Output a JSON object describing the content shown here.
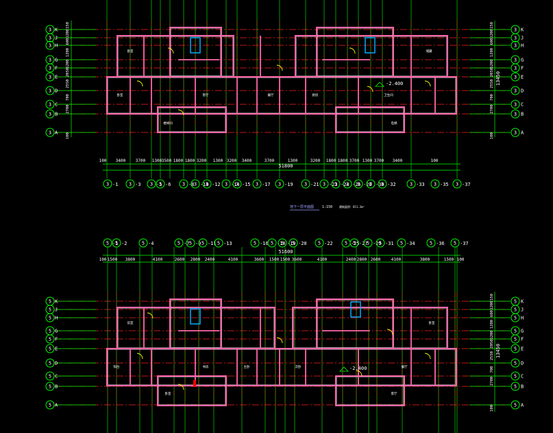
{
  "colors": {
    "background": "#000000",
    "axis_line": "#ff2020",
    "wall": "#ff66aa",
    "wall_inner": "#ffffff",
    "dim_line": "#00ff00",
    "bubble": "#00ff00",
    "label_text": "#ffffff",
    "dim_text": "#ffffff",
    "title_text": "#a0a0ff",
    "door": "#ffff00",
    "stair": "#00aaff"
  },
  "plan_top": {
    "row_axes_left": [
      "3-K",
      "3-J",
      "3-H",
      "3-G",
      "3-F",
      "3-E",
      "3-D",
      "3-C",
      "3-B",
      "3-A"
    ],
    "row_axes_right": [
      "3-K",
      "3-J",
      "3-H",
      "3-G",
      "3-F",
      "3-E",
      "3-D",
      "3-C",
      "3-B",
      "3-A"
    ],
    "row_dims_left": [
      "150",
      "1200",
      "600",
      "1200",
      "1200",
      "2050",
      "2550",
      "700",
      "2700",
      "100"
    ],
    "row_dims_right": [
      "150",
      "1200",
      "600",
      "1200",
      "1200",
      "2050",
      "2550",
      "700",
      "2700",
      "100"
    ],
    "row_total_right": "13450",
    "bottom_dims": [
      "100",
      "3400",
      "3700",
      "1300",
      "3500",
      "1800",
      "1800",
      "3200",
      "1300",
      "3200",
      "3400",
      "3700",
      "1300",
      "3200",
      "1800",
      "1800",
      "3700",
      "1300",
      "3700",
      "3400",
      "100"
    ],
    "bottom_total": "51800",
    "bottom_axes": [
      "3-1",
      "3-3",
      "3-5",
      "3-6",
      "3-8",
      "3-10",
      "3-12",
      "3-14",
      "3-15",
      "3-17",
      "3-19",
      "3-21",
      "3-23",
      "3-24",
      "3-26",
      "3-28",
      "3-30",
      "3-32",
      "3-33",
      "3-35",
      "3-37"
    ],
    "elevation_note": "-2.400",
    "title": "地下一层平面图",
    "scale": "1:150",
    "area_note": "建筑面积：651.3m²"
  },
  "plan_bottom": {
    "top_axes": [
      "5-1",
      "5-2",
      "5-4",
      "5-7",
      "5-9",
      "5-11",
      "5-13",
      "5-16",
      "5-18",
      "5-19",
      "5-20",
      "5-22",
      "5-25",
      "5-27",
      "5-29",
      "5-31",
      "5-34",
      "5-36",
      "5-37"
    ],
    "top_dims": [
      "100",
      "1500",
      "3800",
      "4100",
      "2600",
      "2800",
      "2400",
      "4100",
      "3600",
      "1500",
      "1500",
      "3600",
      "4100",
      "2400",
      "2800",
      "2600",
      "4100",
      "3800",
      "1500",
      "100"
    ],
    "top_total": "51600",
    "row_axes_left": [
      "5-K",
      "5-J",
      "5-H",
      "5-G",
      "5-F",
      "5-E",
      "5-D",
      "5-C",
      "5-B",
      "5-A"
    ],
    "row_axes_right": [
      "5-K",
      "5-J",
      "5-H",
      "5-G",
      "5-F",
      "5-E",
      "5-D",
      "5-C",
      "5-B",
      "5-A"
    ],
    "row_dims_right": [
      "150",
      "1200",
      "600",
      "1200",
      "1200",
      "2050",
      "2550",
      "700",
      "2700",
      "100"
    ],
    "row_total_right": "13450",
    "elevation_note": "-2.400"
  },
  "room_labels": [
    "卧室",
    "卧室",
    "客厅",
    "餐厅",
    "厨房",
    "卫生间",
    "储藏",
    "楼梯间",
    "电梯",
    "前室",
    "阳台",
    "书房",
    "主卧",
    "次卧"
  ]
}
